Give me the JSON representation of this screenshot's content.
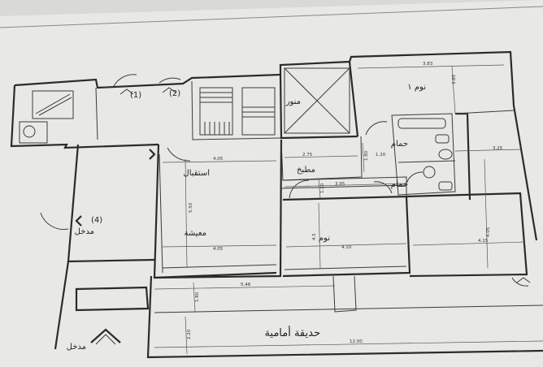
{
  "rooms": {
    "reception": "استقبال",
    "living": "معيشة",
    "bedroom": "نوم",
    "bedroom1": "نوم ١",
    "kitchen": "مطبخ",
    "bath": "حمام",
    "toilet": "حمام",
    "lightwell": "منور",
    "entrance": "مدخل",
    "entrance_bottom": "مدخل",
    "garden": "حديقة أمامية"
  },
  "markers": {
    "m1": "(1)",
    "m2": "(2)",
    "m4": "(4)"
  },
  "dimensions": {
    "d_bed1_w": "3.83",
    "d_bed1_h": "3.85",
    "d_recep_w": "4.05",
    "d_living_w": "4.05",
    "d_living_h": "5.50",
    "d_kitchen_w": "2.75",
    "d_bath_w": "1.20",
    "d_corr_w": "3.95",
    "d_bed_w": "4.10",
    "d_bed_h": "4.5",
    "d_right_w": "3.25",
    "d_right_w2": "4.15",
    "d_right_h": "4.05",
    "d_garden_w": "12.00",
    "d_terr_w": "5.48",
    "d_terr_h": "1.80",
    "d_garden_h": "2.20",
    "d_misc1": "1.80",
    "d_misc2": "1.20"
  }
}
